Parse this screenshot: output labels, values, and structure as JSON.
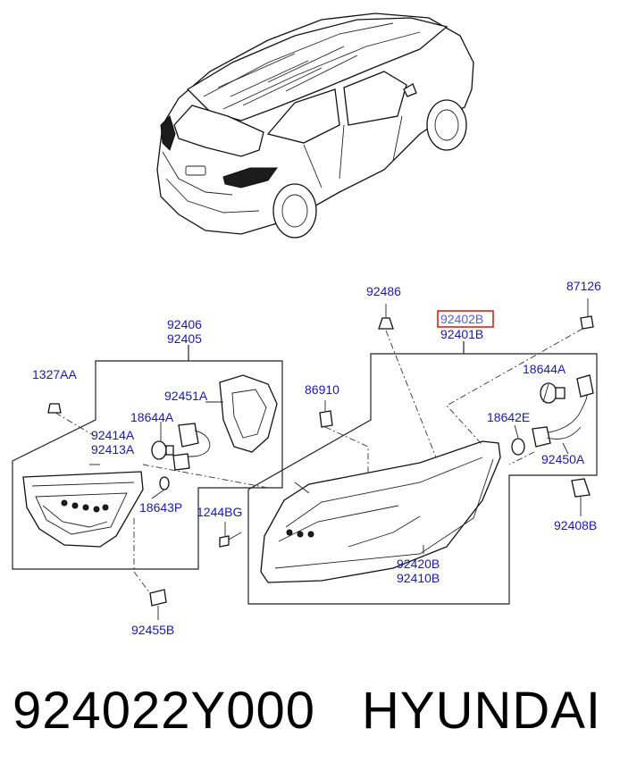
{
  "labels": {
    "l92406": "92406",
    "l92405": "92405",
    "l1327AA": "1327AA",
    "l92451A": "92451A",
    "l18644A_left": "18644A",
    "l92414A": "92414A",
    "l92413A": "92413A",
    "l18643P": "18643P",
    "l1244BG": "1244BG",
    "l92455B": "92455B",
    "l86910": "86910",
    "l92486": "92486",
    "l92402B": "92402B",
    "l92401B": "92401B",
    "l87126": "87126",
    "l18644A_right": "18644A",
    "l18642E": "18642E",
    "l92450A": "92450A",
    "l92408B": "92408B",
    "l92420B": "92420B",
    "l92410B": "92410B"
  },
  "highlight": {
    "label": "92402B",
    "color": "#e0201a"
  },
  "caption": {
    "part_number": "924022Y000",
    "brand": "HYUNDAI"
  },
  "colors": {
    "label_text": "#1a1aa8",
    "line": "#222222",
    "highlight": "#e0201a"
  }
}
